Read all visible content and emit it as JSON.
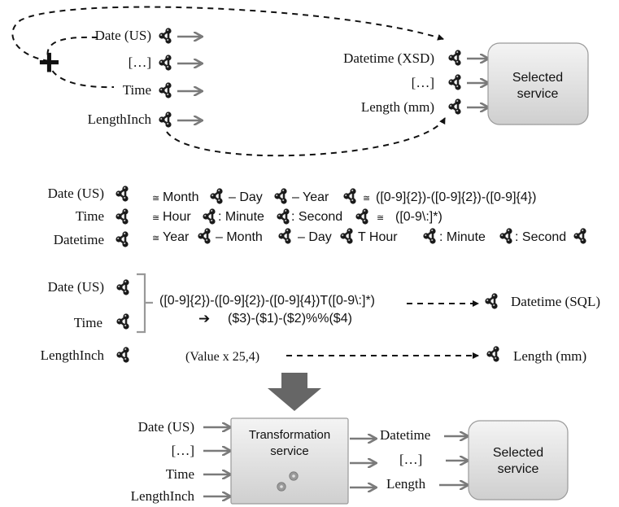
{
  "colors": {
    "arrow": "#7a7a7a",
    "icon": "#222222",
    "box_fill_top": "#f4f4f4",
    "box_fill_bottom": "#cfcfcf",
    "box_stroke": "#9a9a9a",
    "big_arrow": "#666666",
    "text": "#111111"
  },
  "icon_name": "semantic-annotation-icon",
  "section1": {
    "left_inputs": [
      "Date (US)",
      "[…]",
      "Time",
      "LengthInch"
    ],
    "right_inputs": [
      "Datetime (XSD)",
      "[…]",
      "Length (mm)"
    ],
    "service_line1": "Selected",
    "service_line2": "service",
    "plus_symbol": "+"
  },
  "section2": {
    "rows": [
      {
        "label": "Date (US)",
        "approx1": "≅",
        "parts": [
          "Month",
          "– Day",
          "– Year"
        ],
        "approx2": "≅",
        "regex": "([0-9]{2})-([0-9]{2})-([0-9]{4})"
      },
      {
        "label": "Time",
        "approx1": "≅",
        "parts": [
          "Hour",
          ": Minute",
          ": Second"
        ],
        "approx2": "≅",
        "regex": "([0-9\\:]*)"
      },
      {
        "label": "Datetime",
        "approx1": "≅",
        "parts": [
          "Year",
          "– Month",
          "– Day",
          "T Hour",
          ": Minute",
          ": Second"
        ]
      }
    ]
  },
  "section3": {
    "labels": [
      "Date (US)",
      "Time",
      "LengthInch"
    ],
    "regex": "([0-9]{2})-([0-9]{2})-([0-9]{4})T([0-9\\:]*)",
    "replace_arrow": "➔",
    "replacement": "($3)-($1)-($2)%%($4)",
    "target1": "Datetime (SQL)",
    "formula": "(Value x 25,4)",
    "target2": "Length (mm)"
  },
  "section4": {
    "inputs": [
      "Date (US)",
      "[…]",
      "Time",
      "LengthInch"
    ],
    "transform_line1": "Transformation",
    "transform_line2": "service",
    "outputs": [
      "Datetime",
      "[…]",
      "Length"
    ],
    "service_line1": "Selected",
    "service_line2": "service"
  }
}
